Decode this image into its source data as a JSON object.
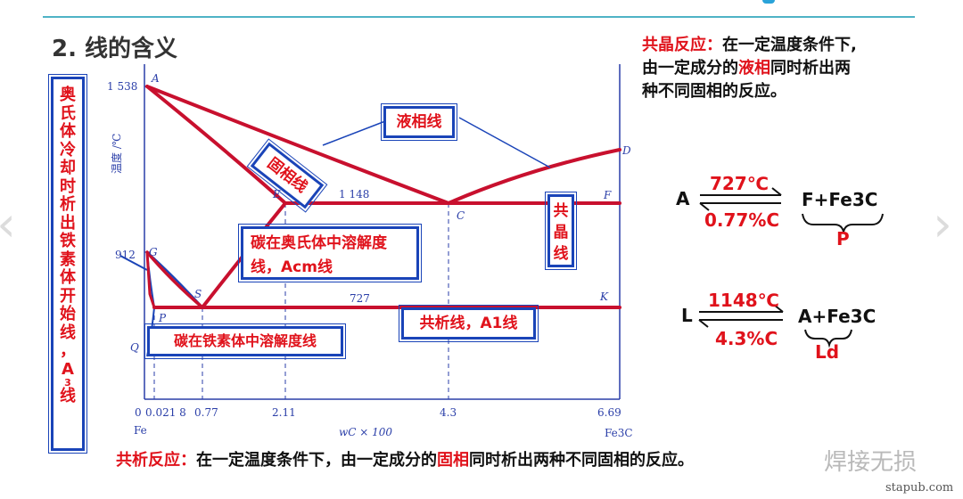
{
  "slide": {
    "title": "2. 线的含义",
    "nav_prev_icon": "chevron-left-icon",
    "nav_next_icon": "chevron-right-icon"
  },
  "left_label": {
    "chars": [
      "奥",
      "氏",
      "体",
      "冷",
      "却",
      "时",
      "析",
      "出",
      "铁",
      "素",
      "体",
      "开",
      "始",
      "线",
      "，",
      "A",
      "3",
      "线"
    ]
  },
  "diagram": {
    "y_axis_label": "温度 /℃",
    "x_axis_label": "wC × 100",
    "y_ticks": [
      "1 538",
      "912"
    ],
    "x_ticks": [
      "0",
      "0.021 8",
      "0.77",
      "2.11",
      "4.3",
      "6.69"
    ],
    "x_end_labels": {
      "left": "Fe",
      "right": "Fe3C"
    },
    "points": [
      "A",
      "D",
      "E",
      "C",
      "F",
      "G",
      "S",
      "K",
      "P",
      "Q"
    ],
    "temps": {
      "eutectic": "1 148",
      "eutectoid": "727"
    },
    "labels": {
      "liquidus": "液相线",
      "solidus": "固相线",
      "eutectic_line": "共晶线",
      "acm": "碳在奥氏体中溶解度线，Acm线",
      "a1": "共析线，A1线",
      "ferrite_solubility": "碳在铁素体中溶解度线"
    },
    "colors": {
      "line": "#c8102e",
      "axis": "#2a3ea8",
      "box": "#1a44b8",
      "label": "#e0121b"
    }
  },
  "eutectic_def": {
    "term": "共晶反应",
    "sep": "：",
    "part1": "在一定温度条件下,",
    "part2": "由一定成分的",
    "highlight": "液相",
    "part3": "同时析出两",
    "part4": "种不同固相的反应。"
  },
  "reaction1": {
    "left": "A",
    "above": "727℃",
    "below": "0.77%C",
    "right": "F+Fe3C",
    "under": "P"
  },
  "reaction2": {
    "left": "L",
    "above": "1148℃",
    "below": "4.3%C",
    "right": "A+Fe3C",
    "under": "Ld"
  },
  "eutectoid_def": {
    "term": "共析反应",
    "sep": "：",
    "part1": "在一定温度条件下，由一定成分的",
    "highlight": "固相",
    "part2": "同时析出两种不同固相的反应。"
  },
  "watermark": {
    "text": "焊接无损",
    "site": "stapub.com"
  }
}
